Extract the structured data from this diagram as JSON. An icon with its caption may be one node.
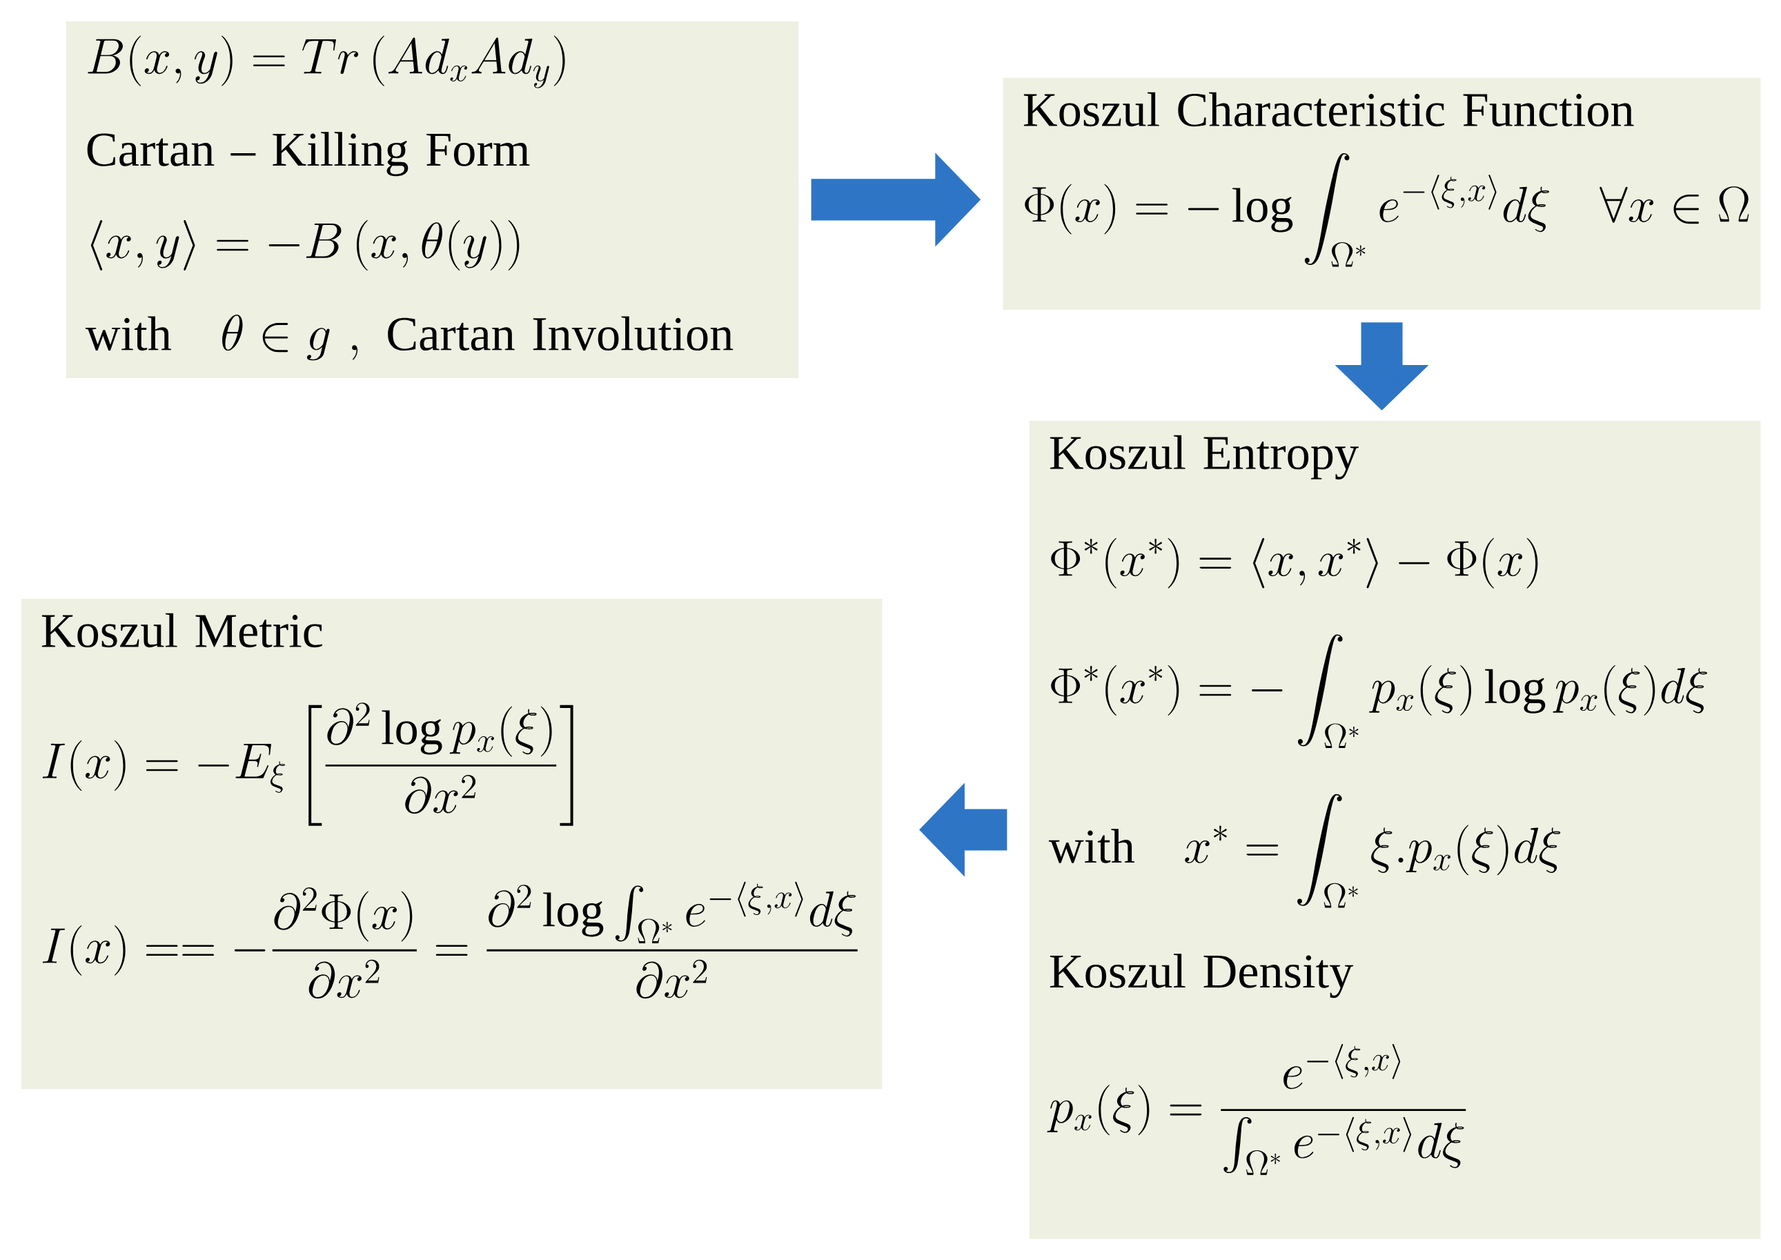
{
  "diagram": {
    "nodes": [
      {
        "text": [
          "B(x,y)=Tr\\left(Ad_xAd_y\\right)",
          "Cartan – Killing Form",
          "\\left\\langle x,y\\right\\rangle=-B\\left(x,\\theta(y)\\right)",
          "\\mathrm{with}\\quad\\theta\\in g\\ ,\\ \\mathrm{Cartan\\ Involution}"
        ]
      },
      {
        "text": [
          "Koszul Characteristic Function",
          "\\Phi(x)=-\\log\\int_{\\Omega^*}e^{-\\langle\\xi,x\\rangle}d\\xi\\quad\\forall x\\in\\Omega"
        ]
      },
      {
        "text": [
          "Koszul Entropy",
          "\\Phi^*(x^*)=\\left\\langle x,x^*\\right\\rangle-\\Phi(x)",
          "\\Phi^*(x^*)=-\\int_{\\Omega^*}p_x(\\xi)\\log p_x(\\xi)d\\xi",
          "\\mathrm{with}\\quad x^*=\\int_{\\Omega^*}\\xi.p_x(\\xi)d\\xi",
          "Koszul Density",
          "p_x(\\xi)=\\frac{e^{-\\langle\\xi,x\\rangle}}{\\int_{\\Omega^*}e^{-\\langle\\xi,x\\rangle}d\\xi}"
        ]
      },
      {
        "text": [
          "Koszul Metric",
          "I(x)=-E_\\xi\\left[\\frac{\\partial^2\\log p_x(\\xi)}{\\partial x^2}\\right]",
          "I(x)==-\\frac{\\partial^2\\Phi(x)}{\\partial x^2}=\\frac{\\partial^2\\log\\int_{\\Omega^*}e^{-\\langle\\xi,x\\rangle}d\\xi}{\\partial x^2}"
        ]
      }
    ],
    "edges": [
      {
        "from": 0,
        "to": 1,
        "arrow": "to"
      },
      {
        "from": 1,
        "to": 2,
        "arrow": "to"
      },
      {
        "from": 2,
        "to": 3,
        "arrow": "to"
      }
    ]
  }
}
